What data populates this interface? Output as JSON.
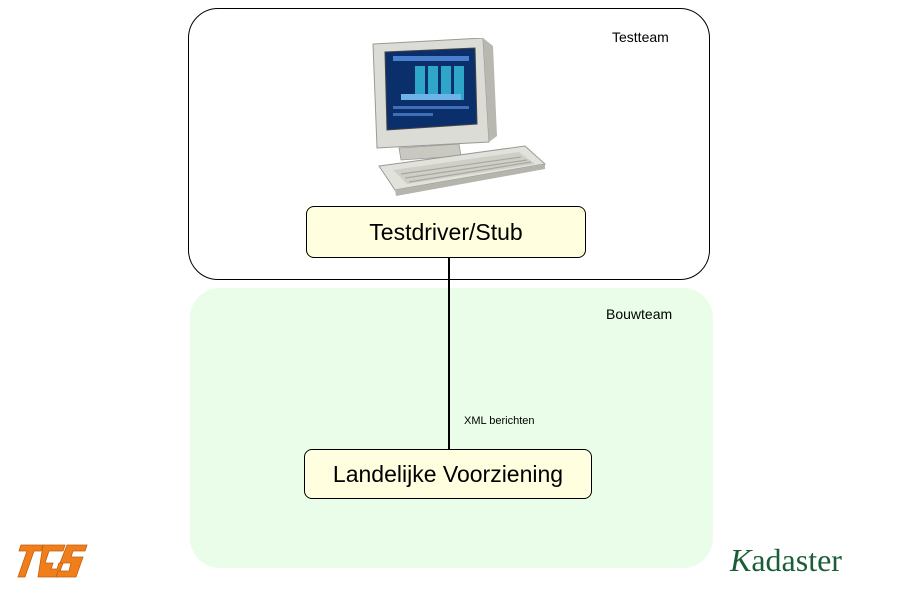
{
  "regions": {
    "testteam": {
      "label": "Testteam"
    },
    "bouwteam": {
      "label": "Bouwteam"
    }
  },
  "nodes": {
    "testdriver": {
      "label": "Testdriver/Stub"
    },
    "landelijke": {
      "label": "Landelijke Voorziening"
    }
  },
  "connector": {
    "label": "XML berichten"
  },
  "logos": {
    "left": {
      "icon": "tgs-logo-icon",
      "color": "#f07e1a",
      "text": "TGS"
    },
    "right": {
      "initial": "K",
      "rest": "adaster",
      "color": "#1a5e37"
    }
  },
  "image": {
    "icon": "desktop-computer-icon"
  }
}
